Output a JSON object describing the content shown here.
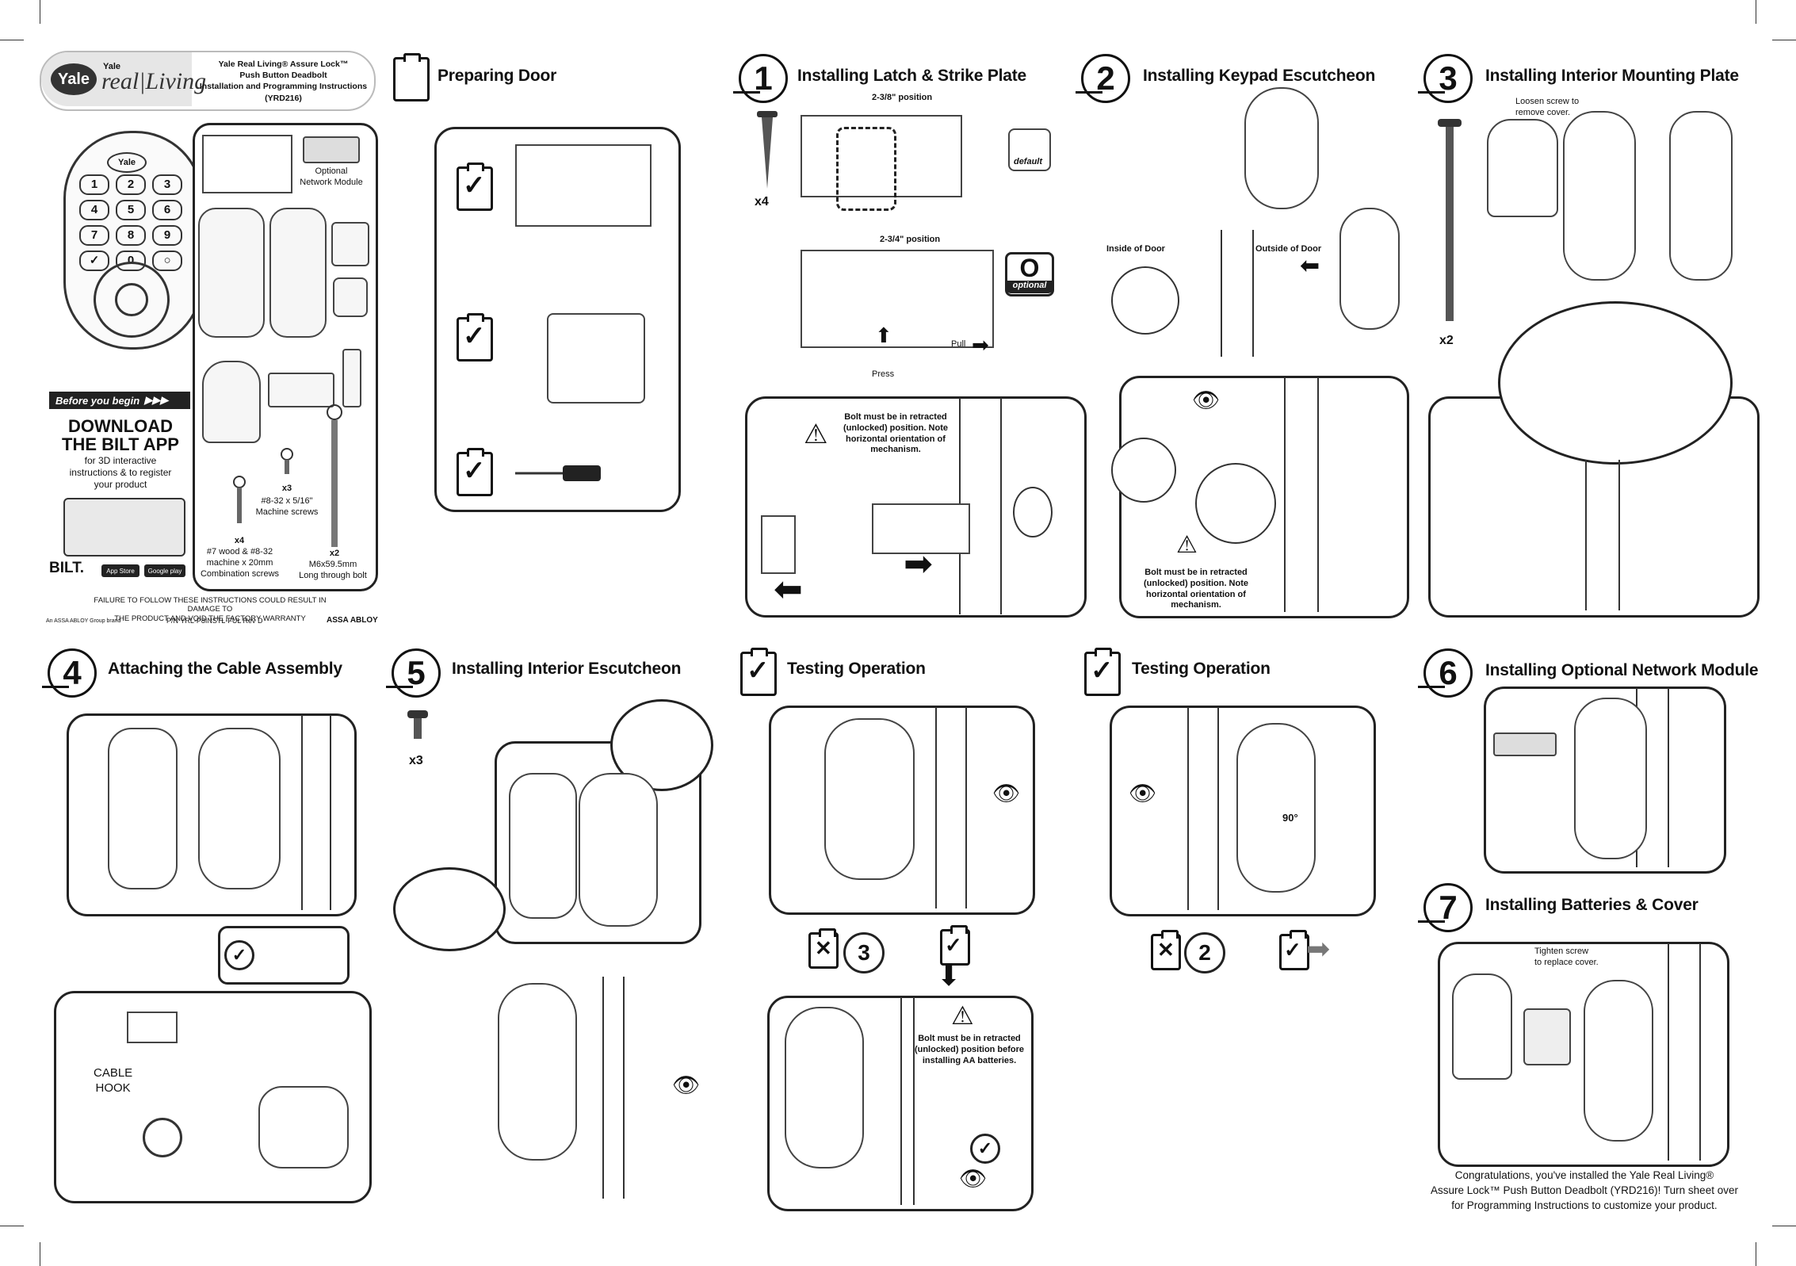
{
  "header": {
    "brand": "Yale",
    "brand_small": "Yale",
    "brand_line": "real|Living",
    "title_lines": [
      "Yale Real Living® Assure Lock™",
      "Push Button Deadbolt",
      "Installation and Programming Instructions",
      "(YRD216)"
    ]
  },
  "parts": {
    "optional_module": "Optional\nNetwork Module",
    "screws_x3_count": "x3",
    "screws_x3_desc": "#8-32 x 5/16\"\nMachine screws",
    "screws_x4_count": "x4",
    "screws_x4_desc": "#7 wood & #8-32\nmachine x 20mm\nCombination screws",
    "bolts_x2_count": "x2",
    "bolts_x2_desc": "M6x59.5mm\nLong through bolt"
  },
  "app_promo": {
    "banner": "Before you begin",
    "heading": "DOWNLOAD\nTHE BILT APP",
    "body": "for 3D interactive\ninstructions & to register\nyour product",
    "logo": "BILT.",
    "store1": "App Store",
    "store2": "Google play"
  },
  "footer": {
    "warning": "FAILURE TO FOLLOW THESE INSTRUCTIONS COULD RESULT IN DAMAGE TO\nTHE PRODUCT AND VOID THE FACTORY WARRANTY",
    "group": "An ASSA ABLOY Group brand",
    "part_no": "P/N YRL-P8INSTL-FUL Rev D",
    "assa": "ASSA ABLOY"
  },
  "sections": {
    "preparing": "Preparing Door",
    "s1": {
      "num": "1",
      "title": "Installing Latch & Strike Plate",
      "pos1": "2-3/8\" position",
      "pos2": "2-3/4\" position",
      "x4": "x4",
      "default": "default",
      "optional_letter": "O",
      "optional": "optional",
      "pull": "Pull",
      "press": "Press",
      "warn": "Bolt must be in retracted\n(unlocked) position. Note\nhorizontal orientation of\nmechanism."
    },
    "s2": {
      "num": "2",
      "title": "Installing Keypad Escutcheon",
      "inside": "Inside of Door",
      "outside": "Outside of Door",
      "warn": "Bolt must be in retracted\n(unlocked) position. Note\nhorizontal orientation of\nmechanism."
    },
    "s3": {
      "num": "3",
      "title": "Installing Interior Mounting Plate",
      "loosen": "Loosen screw to\nremove cover.",
      "x2": "x2"
    },
    "s4": {
      "num": "4",
      "title": "Attaching the Cable Assembly",
      "cable_hook": "CABLE\nHOOK"
    },
    "s5": {
      "num": "5",
      "title": "Installing Interior Escutcheon",
      "x3": "x3"
    },
    "t1": {
      "title": "Testing Operation",
      "go_num": "3",
      "warn": "Bolt must be in retracted\n(unlocked) position before\ninstalling AA batteries."
    },
    "t2": {
      "title": "Testing Operation",
      "go_num": "2",
      "angle": "90°"
    },
    "s6": {
      "num": "6",
      "title": "Installing Optional Network Module"
    },
    "s7": {
      "num": "7",
      "title": "Installing Batteries & Cover",
      "tighten": "Tighten screw\nto replace cover.",
      "congrats": "Congratulations, you've installed the Yale Real Living®\nAssure Lock™ Push Button Deadbolt (YRD216)!  Turn sheet over\nfor Programming Instructions to customize your product."
    }
  },
  "keypad_keys": [
    "1",
    "2",
    "3",
    "4",
    "5",
    "6",
    "7",
    "8",
    "9",
    "✓",
    "0",
    "○"
  ]
}
